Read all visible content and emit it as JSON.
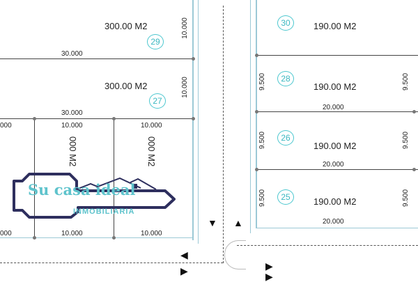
{
  "left_block": {
    "lots": [
      {
        "number": "29",
        "area": "300.00 M2",
        "side": "10.000",
        "bottom": "30.000"
      },
      {
        "number": "27",
        "area": "300.00 M2",
        "side": "10.000",
        "bottom": "30.000"
      }
    ],
    "lower_lots": [
      {
        "area": "000 M2",
        "top": "10.000",
        "bottom": "10.000"
      },
      {
        "area": "000 M2",
        "top": "10.000",
        "bottom": "10.000"
      }
    ],
    "edge_top": "000",
    "edge_bottom": "000"
  },
  "right_block": {
    "lots": [
      {
        "number": "30",
        "area": "190.00 M2"
      },
      {
        "number": "28",
        "area": "190.00 M2",
        "side": "9.500",
        "right_side": "9.500",
        "bottom": "20.000"
      },
      {
        "number": "26",
        "area": "190.00 M2",
        "side": "9.500",
        "right_side": "9.500",
        "bottom": "20.000"
      },
      {
        "number": "25",
        "area": "190.00 M2",
        "side": "9.500",
        "right_side": "9.500",
        "bottom": "20.000"
      }
    ]
  },
  "logo": {
    "main": "Su casa ideal",
    "sub": "INMOBILIARIA"
  },
  "colors": {
    "accent": "#4cc7cf",
    "logo_navy": "#2e2f5e"
  }
}
